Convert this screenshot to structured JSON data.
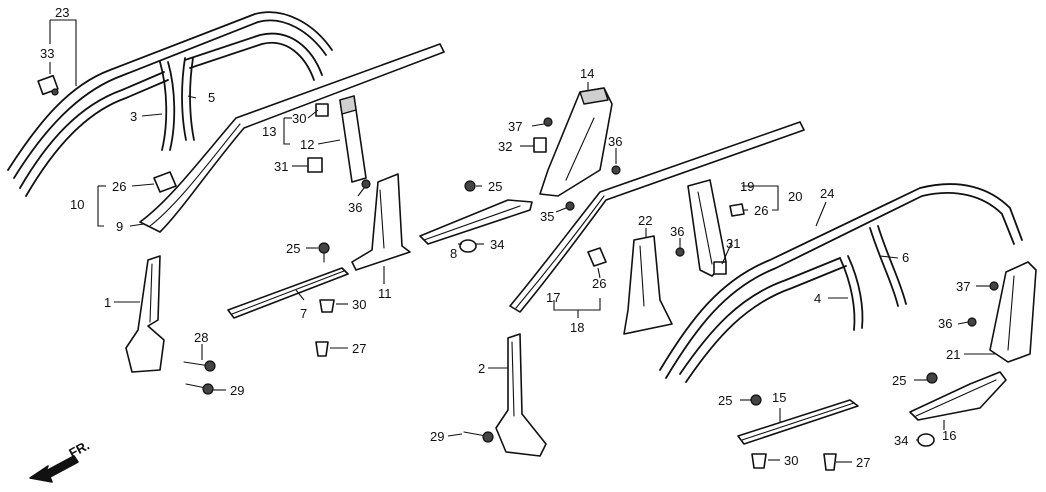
{
  "diagram": {
    "callouts": {
      "c23": "23",
      "c33": "33",
      "c3": "3",
      "c5": "5",
      "c13": "13",
      "c30a": "30",
      "c12": "12",
      "c31a": "31",
      "c36a": "36",
      "c26a": "26",
      "c10": "10",
      "c9": "9",
      "c1": "1",
      "c28": "28",
      "c29a": "29",
      "c25a": "25",
      "c7": "7",
      "c30b": "30",
      "c27a": "27",
      "c11": "11",
      "c14": "14",
      "c37a": "37",
      "c32": "32",
      "c36b": "36",
      "c25b": "25",
      "c8": "8",
      "c34a": "34",
      "c35": "35",
      "c17": "17",
      "c18": "18",
      "c26b": "26",
      "c22": "22",
      "c2": "2",
      "c29b": "29",
      "c19": "19",
      "c20": "20",
      "c26c": "26",
      "c36c": "36",
      "c31b": "31",
      "c24": "24",
      "c6": "6",
      "c4": "4",
      "c37b": "37",
      "c36d": "36",
      "c21": "21",
      "c25c": "25",
      "c15": "15",
      "c25d": "25",
      "c30c": "30",
      "c27b": "27",
      "c16": "16",
      "c34b": "34"
    },
    "front_label": "FR."
  }
}
